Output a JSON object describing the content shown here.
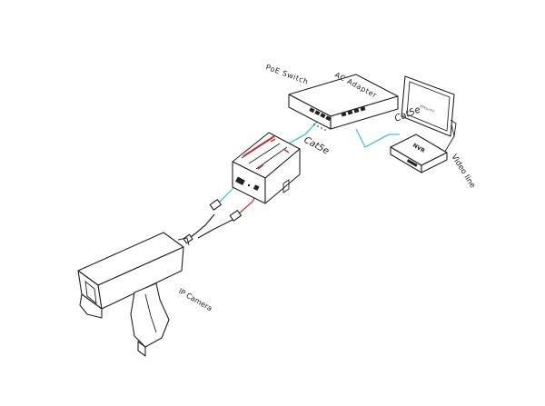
{
  "labels": {
    "poe_switch": "PoE Switch",
    "ac_adapter": "AC Adapter",
    "cable_upper": "Cat5e",
    "cable_lower": "Cat5e",
    "nvr": "NVR",
    "video_line": "Video line",
    "ip_camera": "IP Camera"
  },
  "colors": {
    "lan_cable": "#3ec6d4",
    "power_cable": "#d93030",
    "outline": "#222222",
    "accent_red": "#c0393b"
  }
}
